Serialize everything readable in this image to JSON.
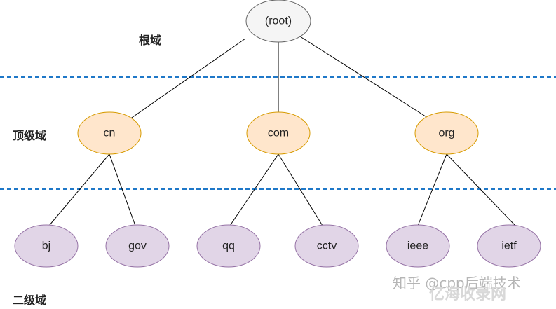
{
  "labels": {
    "root_domain": "根域",
    "top_level_domain": "顶级域",
    "second_level_domain": "二级域"
  },
  "nodes": {
    "root": "(root)",
    "cn": "cn",
    "com": "com",
    "org": "org",
    "bj": "bj",
    "gov": "gov",
    "qq": "qq",
    "cctv": "cctv",
    "ieee": "ieee",
    "ietf": "ietf"
  },
  "watermark": {
    "text": "知乎 @cpp后端技术",
    "brand": "亿海收录网"
  },
  "colors": {
    "root_fill": "#f5f5f5",
    "root_stroke": "#666666",
    "tld_fill": "#ffe6cc",
    "tld_stroke": "#d79b00",
    "sld_fill": "#e1d5e7",
    "sld_stroke": "#9673a6",
    "divider": "#1f78c8"
  }
}
